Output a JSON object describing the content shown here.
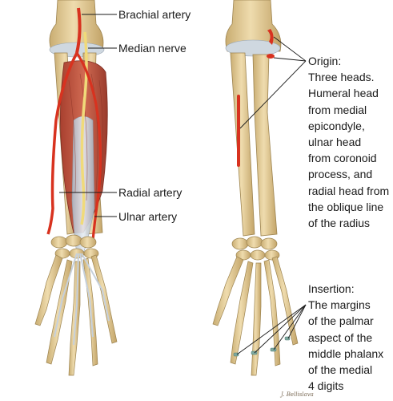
{
  "left_panel": {
    "labels": {
      "brachial_artery": "Brachial artery",
      "median_nerve": "Median nerve",
      "radial_artery": "Radial artery",
      "ulnar_artery": "Ulnar artery"
    }
  },
  "right_panel": {
    "origin_lines": [
      "Origin:",
      "Three heads.",
      "Humeral head",
      "from medial",
      "epicondyle,",
      "ulnar head",
      "from coronoid",
      "process, and",
      "radial head from",
      "the oblique line",
      "of the radius"
    ],
    "insertion_lines": [
      "Insertion:",
      "The margins",
      "of the palmar",
      "aspect of the",
      "middle phalanx",
      "of the medial",
      "4 digits"
    ]
  },
  "signature": "J. Bellislava",
  "colors": {
    "bone": "#e7d3a2",
    "bone_shadow": "#b89b62",
    "cartilage": "#c9d4de",
    "tendon": "#dfe6ee",
    "artery": "#d8321f",
    "muscle": "#b94d3a",
    "nerve": "#f2e08a",
    "text": "#1a1a1a"
  }
}
